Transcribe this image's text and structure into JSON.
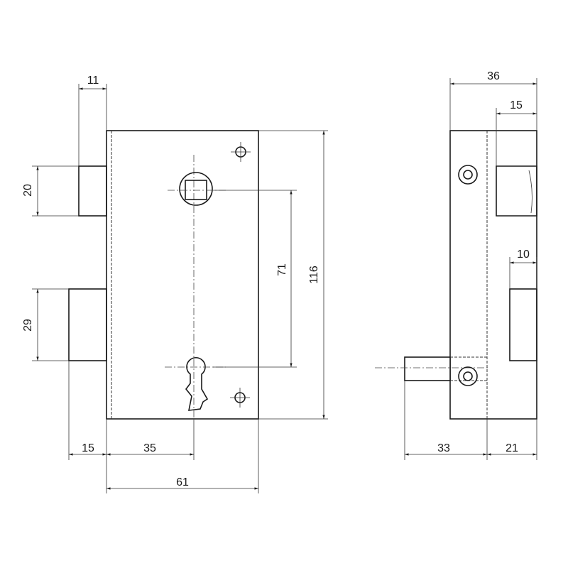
{
  "front_view": {
    "dimensions": {
      "bolt_depth": "11",
      "latch_height": "20",
      "deadbolt_height": "29",
      "backset_offset": "15",
      "keyhole_offset": "35",
      "case_width": "61",
      "follower_to_key": "71",
      "case_height": "116"
    }
  },
  "side_view": {
    "dimensions": {
      "total_depth": "36",
      "latch_slot_width": "15",
      "bolt_slot_width": "10",
      "bolt_projection": "33",
      "case_depth": "21"
    }
  },
  "colors": {
    "line": "#1a1a1a",
    "background": "#ffffff"
  }
}
